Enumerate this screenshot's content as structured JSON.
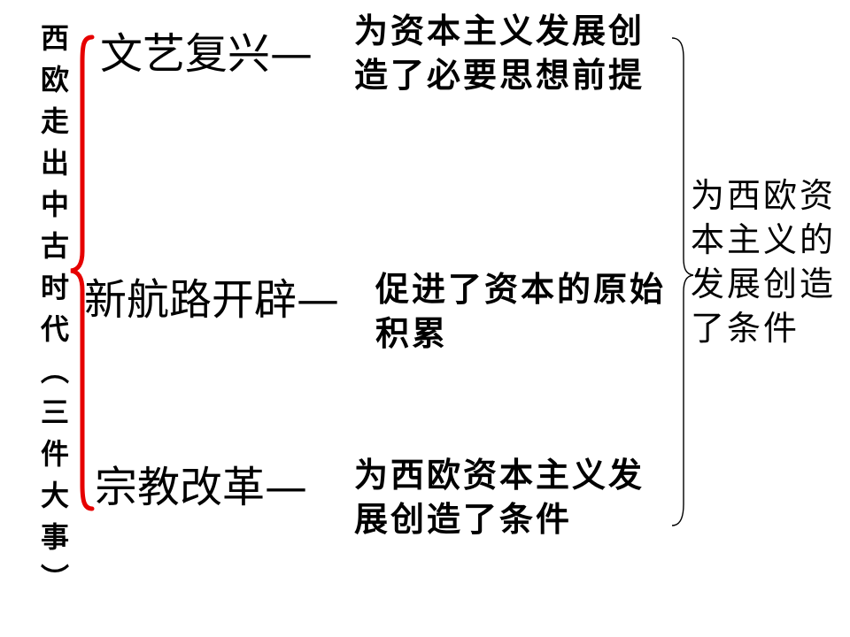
{
  "side_title": "西欧走出中古时代（三件大事）",
  "events": [
    {
      "title": "文艺复兴—",
      "effect_lines": [
        "为资本主义发展创",
        "造了必要思想前提"
      ]
    },
    {
      "title": "新航路开辟—",
      "effect_lines": [
        "促进了资本的原始",
        "积累"
      ]
    },
    {
      "title": "宗教改革—",
      "effect_lines": [
        "为西欧资本主义发",
        "展创造了条件"
      ]
    }
  ],
  "conclusion_lines": [
    "为西欧资",
    "本主义的",
    "发展创造",
    "了条件"
  ],
  "colors": {
    "left_brace": "#e60000",
    "right_brace": "#000000",
    "text": "#000000"
  }
}
